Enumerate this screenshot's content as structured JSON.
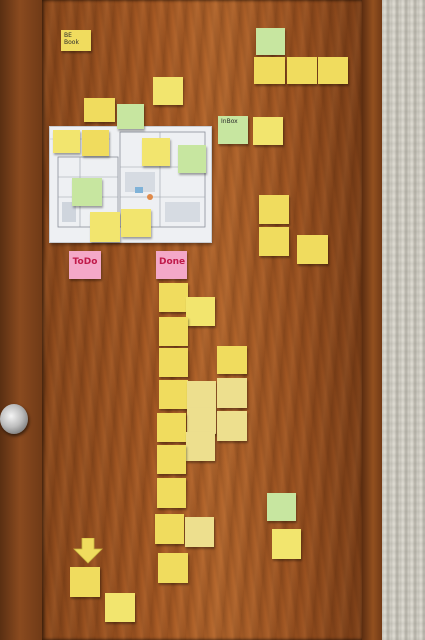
{
  "photo": {
    "note_colors": {
      "yellow": "#f2e56e",
      "green": "#c7e6a0",
      "pink": "#f4a8c8"
    },
    "labels": {
      "todo": "ToDo",
      "done": "Done",
      "inbox": "InBox",
      "top_left": "BE Book"
    },
    "icons": [
      "door-knob",
      "down-arrow",
      "floor-map"
    ]
  }
}
